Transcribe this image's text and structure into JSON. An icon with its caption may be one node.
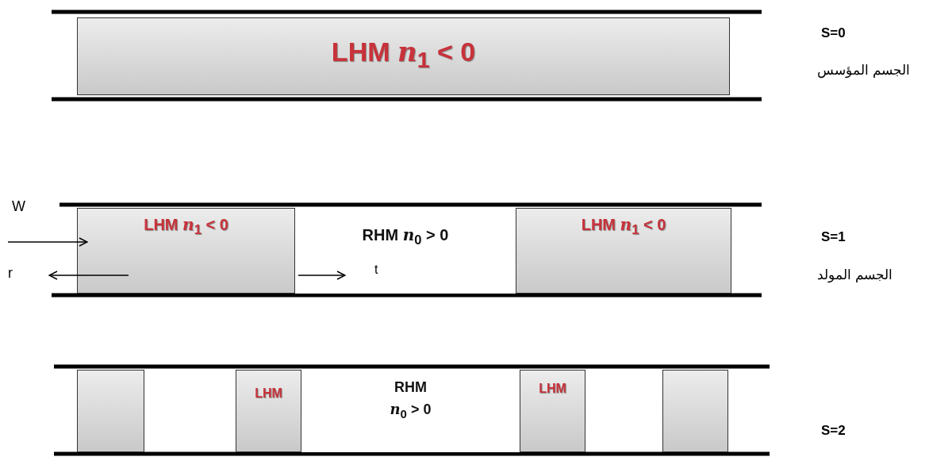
{
  "diagram": {
    "nodes": [
      {
        "text": [
          "LHM *n*$_{1}$ < 0"
        ]
      },
      {
        "text": [
          "LHM *n*$_{1}$ < 0"
        ]
      },
      {
        "text": [
          "RHM *n*$_{0}$ > 0"
        ]
      },
      {
        "text": [
          "LHM *n*$_{1}$ < 0"
        ]
      },
      {
        "text": [],
        "shape": "box"
      },
      {
        "text": [
          "LHM"
        ]
      },
      {
        "text": [
          "RHM",
          "*n*$_{0}$ > 0"
        ]
      },
      {
        "text": [
          "LHM"
        ]
      },
      {
        "text": [],
        "shape": "box"
      }
    ],
    "labels": [
      "S=0",
      "الجسم المؤسس",
      "W",
      "r",
      "t",
      "S=1",
      "الجسم المولد",
      "S=2"
    ]
  }
}
